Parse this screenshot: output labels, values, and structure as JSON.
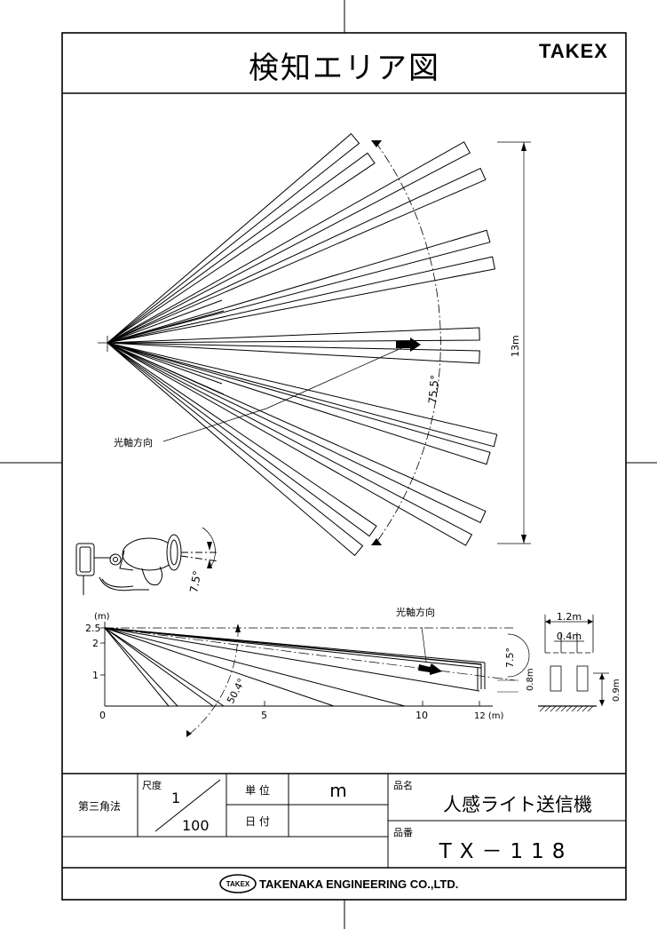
{
  "title": "検知エリア図",
  "brand": "TAKEX",
  "top_view": {
    "dimension_label": "13m",
    "angle_label": "75.5°",
    "optical_axis_label": "光軸方向"
  },
  "sensor_view": {
    "tilt_label": "7.5°"
  },
  "side_view": {
    "unit_label": "(m)",
    "y_ticks": [
      "2.5",
      "2",
      "1",
      "0"
    ],
    "x_ticks": [
      "5",
      "10",
      "12 (m)"
    ],
    "angle_label": "50.4°",
    "tilt_label": "7.5°",
    "height_label": "0.8m",
    "optical_axis_label": "光軸方向"
  },
  "target_figure": {
    "width_label": "1.2m",
    "gap_label": "0.4m",
    "height_label": "0.9m"
  },
  "title_block": {
    "projection": "第三角法",
    "scale_label": "尺度",
    "scale_num": "1",
    "scale_den": "100",
    "unit_label": "単 位",
    "unit_value": "m",
    "date_label": "日 付",
    "product_name_label": "品名",
    "product_name": "人感ライト送信機",
    "product_number_label": "品番",
    "product_number": "TX－118",
    "company_logo": "TAKEX",
    "company": "TAKENAKA ENGINEERING CO.,LTD."
  }
}
